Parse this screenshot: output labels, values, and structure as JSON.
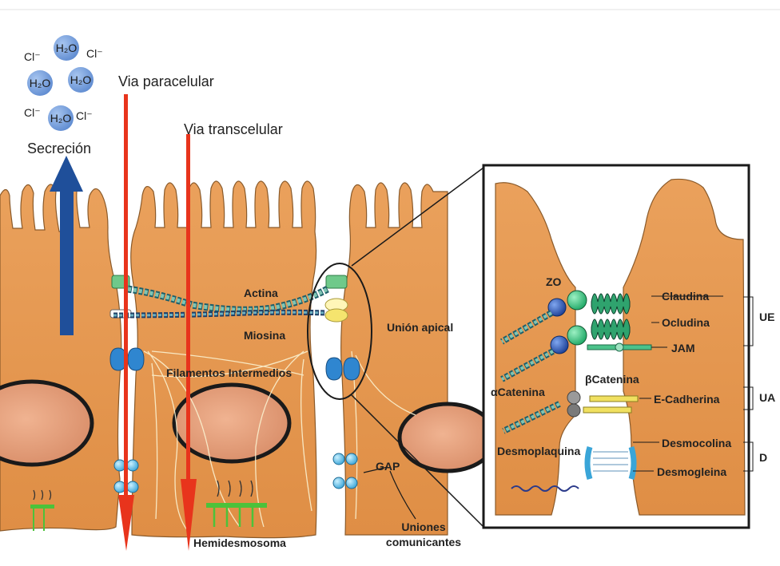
{
  "molecules": {
    "h2o": "H₂O",
    "cl": "Cl⁻"
  },
  "labels": {
    "via_paracelular": "Via paracelular",
    "via_transcelular": "Via transcelular",
    "secrecion": "Secreción",
    "actina": "Actina",
    "miosina": "Miosina",
    "union_apical": "Unión apical",
    "filamentos": "Filamentos Intermedios",
    "gap": "GAP",
    "hemidesmosoma": "Hemidesmosoma",
    "uniones_line1": "Uniones",
    "uniones_line2": "comunicantes"
  },
  "inset": {
    "zo": "ZO",
    "claudina": "Claudina",
    "ocludina": "Ocludina",
    "jam": "JAM",
    "beta_catenina": "βCatenina",
    "alpha_catenina": "αCatenina",
    "e_cadherina": "E-Cadherina",
    "desmocolina": "Desmocolina",
    "desmoplaquina": "Desmoplaquina",
    "desmogleina": "Desmogleina",
    "ue": "UE",
    "ua": "UA",
    "d": "D"
  },
  "colors": {
    "cell_fill": "#e89a52",
    "cell_stroke": "#8a5a2a",
    "nucleus": "#e7a27f",
    "arrow_red": "#e8341c",
    "arrow_blue": "#1f4f9a",
    "molecule_blue": "#6f9bd8",
    "teal": "#2f8f7a",
    "green": "#3cc48a",
    "blue_ball": "#2f5fb8",
    "yellow": "#f0e060"
  }
}
